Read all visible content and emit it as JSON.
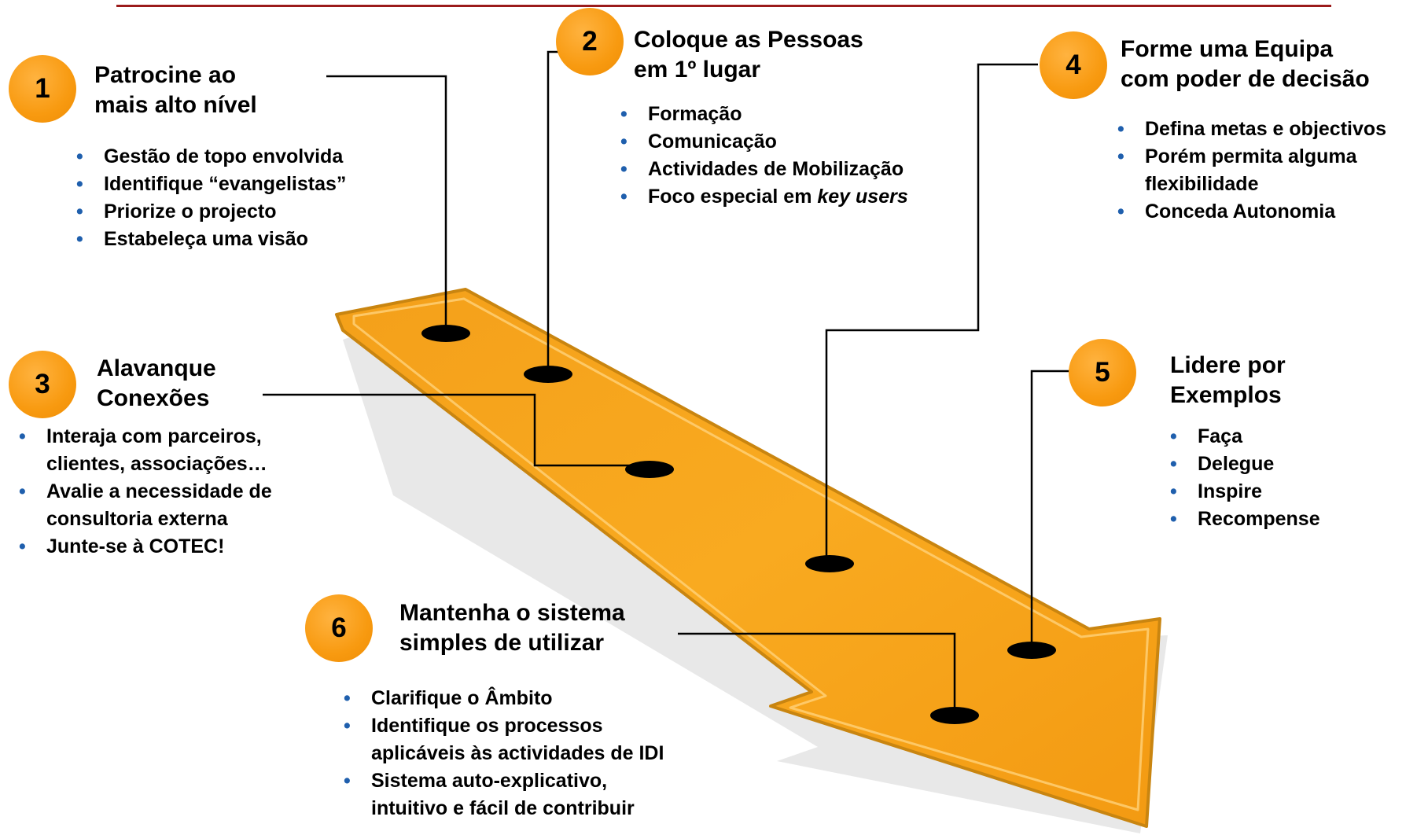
{
  "steps": [
    {
      "number": "1",
      "title_lines": [
        "Patrocine ao",
        "mais alto nível"
      ],
      "bullets": [
        "Gestão de topo envolvida",
        "Identifique “evangelistas”",
        "Priorize o projecto",
        "Estabeleça uma visão"
      ]
    },
    {
      "number": "2",
      "title_lines": [
        "Coloque as Pessoas",
        "em 1º lugar"
      ],
      "bullets": [
        "Formação",
        "Comunicação",
        "Actividades de Mobilização"
      ],
      "last_bullet_prefix": "Foco especial em ",
      "last_bullet_italic": "key users"
    },
    {
      "number": "3",
      "title_lines": [
        "Alavanque",
        "Conexões"
      ],
      "bullets": [
        "Interaja com parceiros,",
        "clientes, associações…",
        "Avalie a necessidade de",
        "consultoria externa",
        "Junte-se à COTEC!"
      ]
    },
    {
      "number": "4",
      "title_lines": [
        "Forme uma Equipa",
        "com poder de decisão"
      ],
      "bullets": [
        "Defina metas e objectivos",
        "Porém permita alguma",
        "flexibilidade",
        "Conceda Autonomia"
      ]
    },
    {
      "number": "5",
      "title_lines": [
        "Lidere por",
        "Exemplos"
      ],
      "bullets": [
        "Faça",
        "Delegue",
        "Inspire",
        "Recompense"
      ]
    },
    {
      "number": "6",
      "title_lines": [
        "Mantenha o sistema",
        "simples de utilizar"
      ],
      "bullets": [
        "Clarifique o Âmbito",
        "Identifique os processos",
        "aplicáveis às actividades de IDI",
        "Sistema auto-explicativo,",
        "intuitivo e fácil de contribuir"
      ]
    }
  ],
  "colors": {
    "arrow": "#f8a51a",
    "badge": "#f89a10",
    "bullet": "#1f5fad",
    "rule": "#9b1b1b",
    "connector": "#000000"
  }
}
